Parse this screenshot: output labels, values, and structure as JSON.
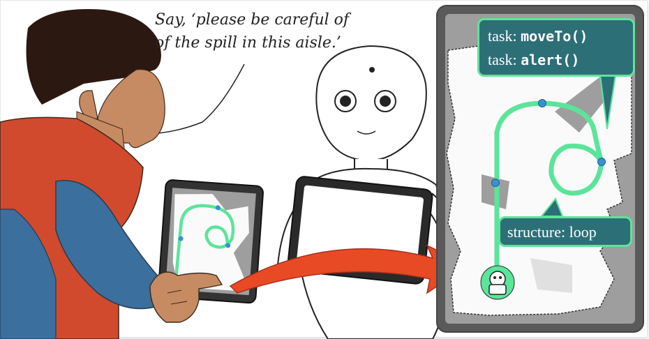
{
  "speech": {
    "line1": "Say, ‘please be careful of",
    "line2": "of the spill in this aisle.’"
  },
  "callouts": {
    "task": {
      "prefix": "task:",
      "line1_fn": "moveTo",
      "line2_fn": "alert",
      "parens": "()"
    },
    "structure": {
      "label": "structure: loop"
    }
  },
  "colors": {
    "path": "#5be59a",
    "waypoint": "#3b8fd6",
    "callout_bg": "#2d6f77",
    "arrow": "#e84a25",
    "shirt": "#d14a2e",
    "sleeve": "#3a6f9e",
    "skin": "#c68b62",
    "hair": "#2b1810",
    "map_frame": "#5a5a5a",
    "map_unknown": "#9e9e9e"
  },
  "icons": {
    "robot": "robot-icon",
    "robot_marker": "robot-marker-icon",
    "arrow": "curved-arrow-icon"
  }
}
